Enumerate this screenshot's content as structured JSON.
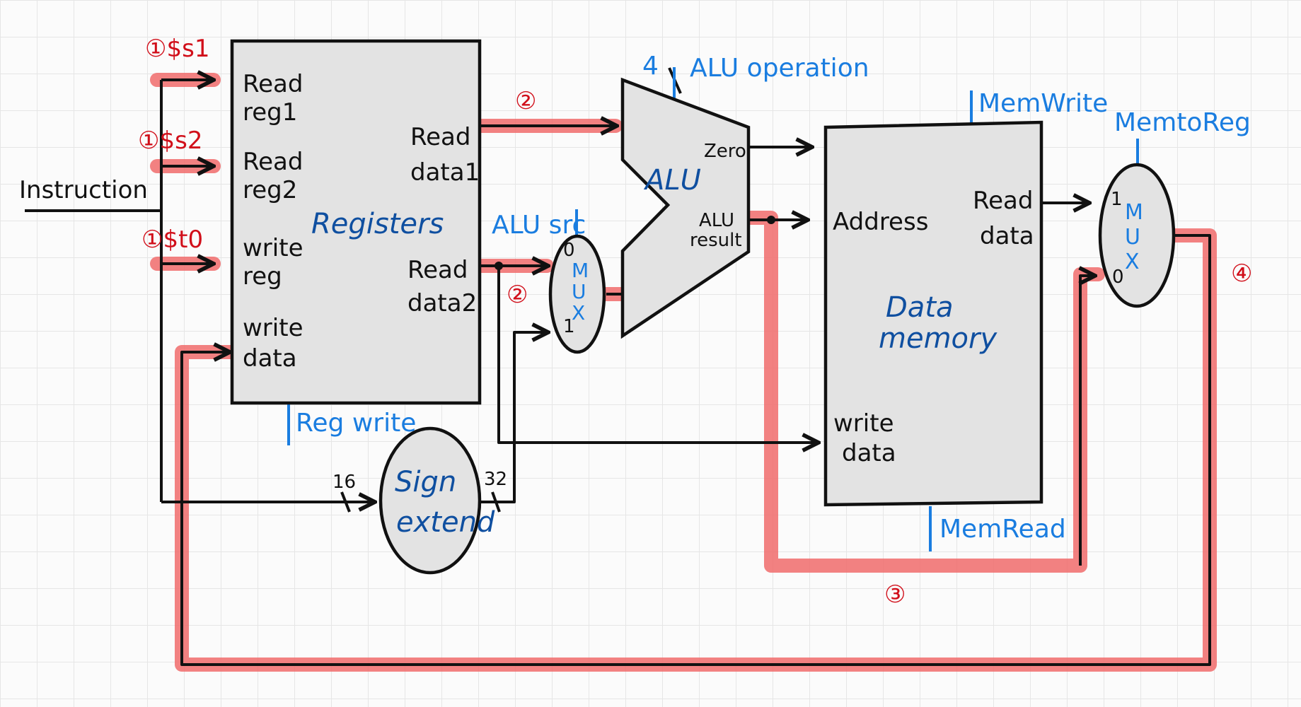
{
  "instruction": "Instruction",
  "registers": {
    "name": "Registers",
    "read_reg1": [
      "Read",
      "reg1"
    ],
    "read_reg2": [
      "Read",
      "reg2"
    ],
    "write_reg": [
      "write",
      "reg"
    ],
    "write_data": [
      "write",
      "data"
    ],
    "read_data1": [
      "Read",
      "data1"
    ],
    "read_data2": [
      "Read",
      "data2"
    ],
    "control": "Reg write"
  },
  "inputs": {
    "s1": "①$s1",
    "s2": "①$s2",
    "t0": "①$t0"
  },
  "alu": {
    "name": "ALU",
    "zero": "Zero",
    "result": [
      "ALU",
      "result"
    ],
    "op_bits": "4",
    "control": "ALU operation"
  },
  "alusrc_mux": {
    "control": "ALU src",
    "label": [
      "M",
      "U",
      "X"
    ],
    "in0": "0",
    "in1": "1"
  },
  "sign_extend": {
    "name": [
      "Sign",
      "extend"
    ],
    "in_bits": "16",
    "out_bits": "32"
  },
  "data_memory": {
    "name": [
      "Data",
      "memory"
    ],
    "address": "Address",
    "read_data": [
      "Read",
      "data"
    ],
    "write_data": [
      "write",
      "data"
    ],
    "mem_write": "MemWrite",
    "mem_read": "MemRead"
  },
  "memtoreg_mux": {
    "control": "MemtoReg",
    "label": [
      "M",
      "U",
      "X"
    ],
    "in1": "1",
    "in0": "0"
  },
  "steps": {
    "s2a": "②",
    "s2b": "②",
    "s3": "③",
    "s4": "④"
  }
}
